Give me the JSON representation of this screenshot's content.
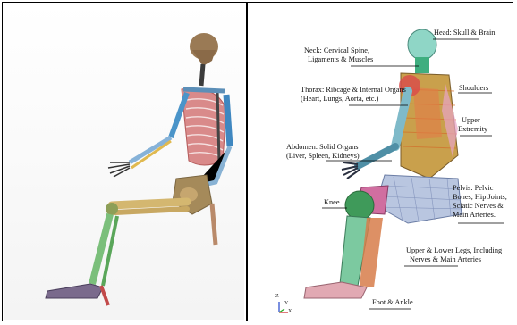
{
  "figure": {
    "left_panel": {
      "description_alt": ""
    },
    "right_panel": {
      "labels": {
        "head": "Head: Skull & Brain",
        "neck_line1": "Neck: Cervical Spine,",
        "neck_line2": "Ligaments & Muscles",
        "thorax_line1": "Thorax: Ribcage & Internal Organs",
        "thorax_line2": "(Heart, Lungs, Aorta, etc.)",
        "shoulders": "Shoulders",
        "upper_extremity_line1": "Upper",
        "upper_extremity_line2": "Extremity",
        "abdomen_line1": "Abdomen: Solid Organs",
        "abdomen_line2": "(Liver, Spleen, Kidneys)",
        "pelvis_line1": "Pelvis: Pelvic",
        "pelvis_line2": "Bones, Hip Joints,",
        "pelvis_line3": "Sciatic Nerves &",
        "pelvis_line4": "Main Arteries.",
        "knee": "Knee",
        "legs_line1": "Upper & Lower Legs, Including",
        "legs_line2": "Nerves & Main Arteries",
        "foot": "Foot & Ankle"
      },
      "axis": {
        "z": "Z",
        "x": "X",
        "y": "Y"
      }
    }
  }
}
